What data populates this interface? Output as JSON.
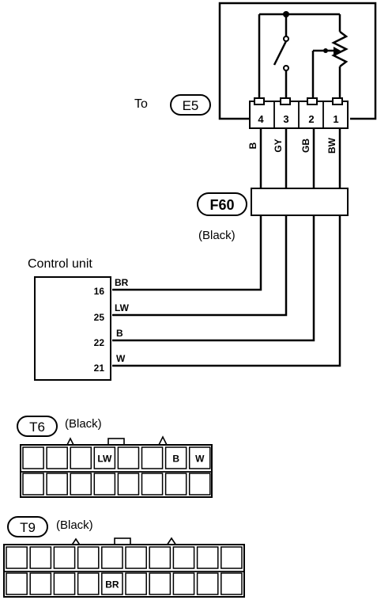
{
  "connector_e5": {
    "prefix": "To",
    "name": "E5"
  },
  "sensor_pins": [
    "4",
    "3",
    "2",
    "1"
  ],
  "wire_colors": [
    "B",
    "GY",
    "GB",
    "BW"
  ],
  "connector_f60": {
    "name": "F60",
    "color": "(Black)"
  },
  "control_unit": {
    "title": "Control unit",
    "pins": [
      {
        "pin": "16",
        "wire": "BR"
      },
      {
        "pin": "25",
        "wire": "LW"
      },
      {
        "pin": "22",
        "wire": "B"
      },
      {
        "pin": "21",
        "wire": "W"
      }
    ]
  },
  "connector_t6": {
    "name": "T6",
    "color": "(Black)",
    "top_row": [
      "",
      "",
      "",
      "LW",
      "",
      "",
      "B",
      "W"
    ],
    "bottom_row": [
      "",
      "",
      "",
      "",
      "",
      "",
      "",
      ""
    ]
  },
  "connector_t9": {
    "name": "T9",
    "color": "(Black)",
    "top_row": [
      "",
      "",
      "",
      "",
      "",
      "",
      "",
      "",
      "",
      ""
    ],
    "bottom_row": [
      "",
      "",
      "",
      "",
      "BR",
      "",
      "",
      "",
      "",
      ""
    ]
  }
}
